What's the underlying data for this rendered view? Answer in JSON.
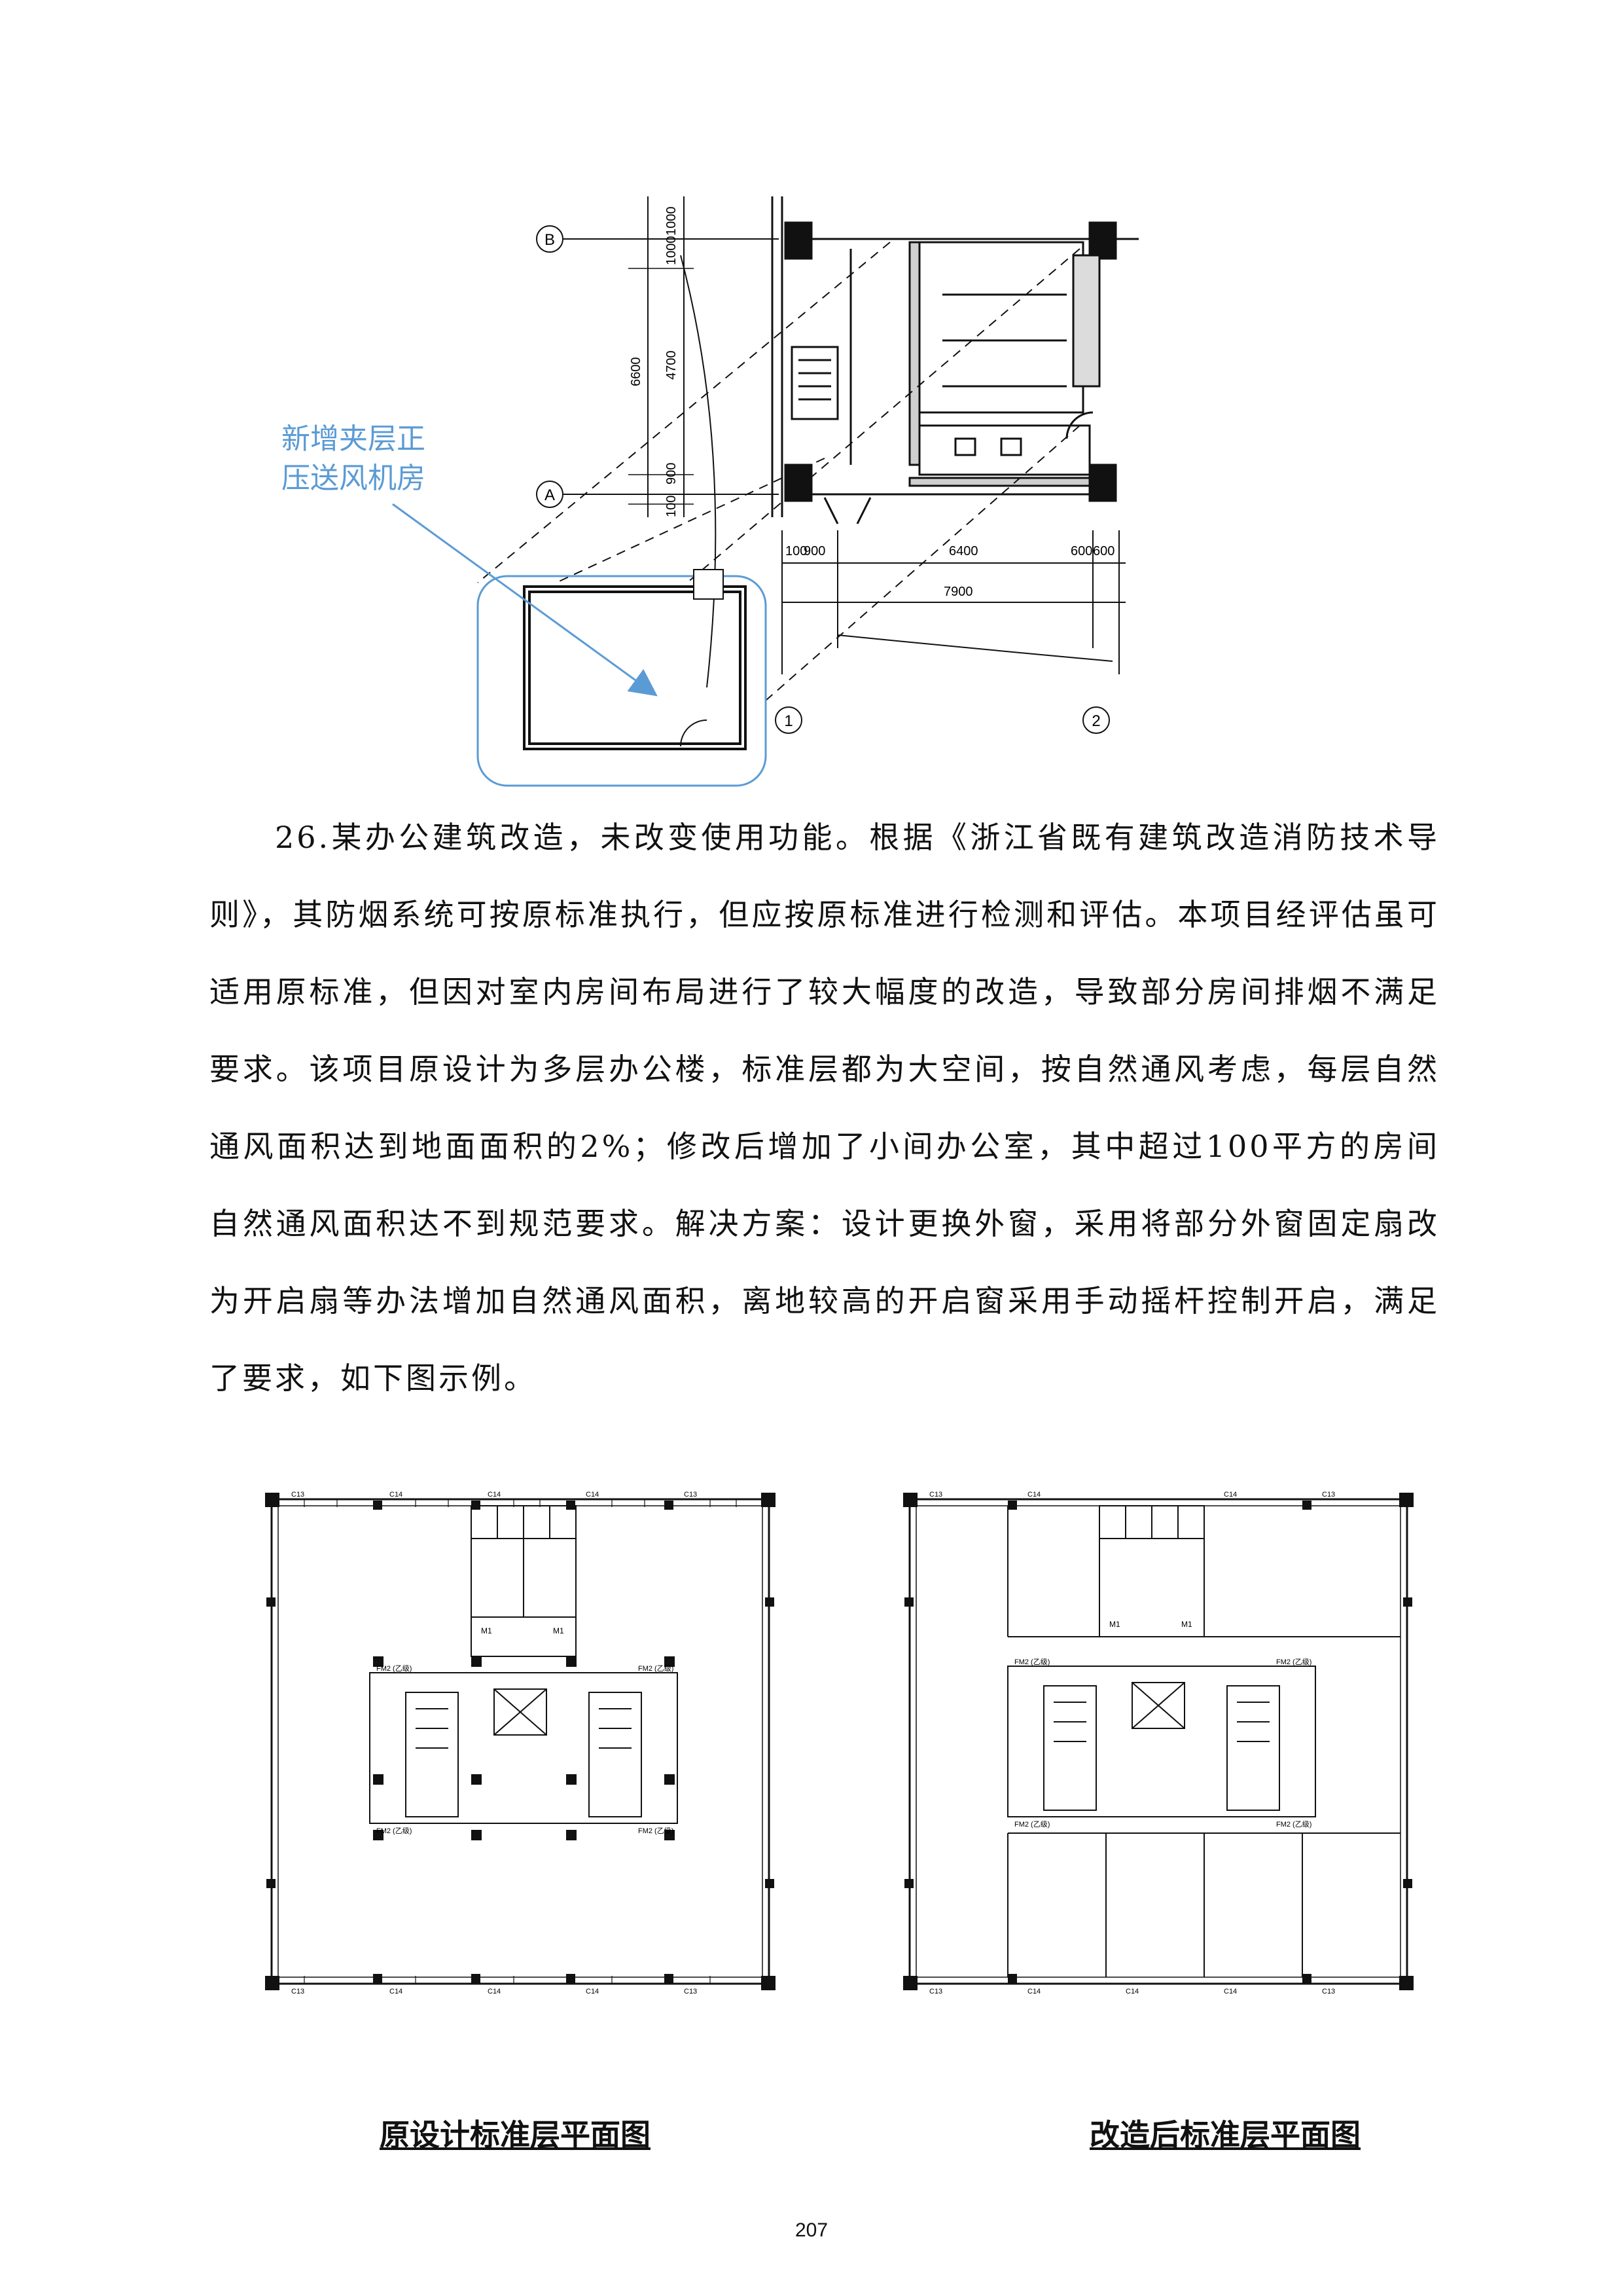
{
  "top_figure": {
    "axis_labels": {
      "b": "B",
      "a": "A",
      "one": "1",
      "two": "2"
    },
    "dims_vertical": {
      "d1": "1000",
      "d2": "1000",
      "d3": "6600",
      "d4": "4700",
      "d5": "900",
      "d6": "100"
    },
    "dims_horizontal": {
      "d1": "100",
      "d2": "900",
      "d3": "6400",
      "d4": "600",
      "d5": "600",
      "d6": "7900"
    },
    "annotation": {
      "line1": "新增夹层正",
      "line2": "压送风机房"
    },
    "colors": {
      "annotation": "#5b9bd5",
      "lines": "#111111"
    }
  },
  "paragraph": "26.某办公建筑改造，未改变使用功能。根据《浙江省既有建筑改造消防技术导则》，其防烟系统可按原标准执行，但应按原标准进行检测和评估。本项目经评估虽可适用原标准，但因对室内房间布局进行了较大幅度的改造，导致部分房间排烟不满足要求。该项目原设计为多层办公楼，标准层都为大空间，按自然通风考虑，每层自然通风面积达到地面面积的2%；修改后增加了小间办公室，其中超过100平方的房间自然通风面积达不到规范要求。解决方案：设计更换外窗，采用将部分外窗固定扇改为开启扇等办法增加自然通风面积，离地较高的开启窗采用手动摇杆控制开启，满足了要求，如下图示例。",
  "plans": {
    "left": {
      "caption": "原设计标准层平面图",
      "window_tag_a": "C13",
      "window_tag_b": "C14",
      "door_tag": "M1",
      "fire_door_tag": "FM2 (乙级)"
    },
    "right": {
      "caption": "改造后标准层平面图",
      "window_tag_a": "C13",
      "window_tag_b": "C14",
      "door_tag": "M1",
      "fire_door_tag": "FM2 (乙级)"
    }
  },
  "page_number": "207"
}
